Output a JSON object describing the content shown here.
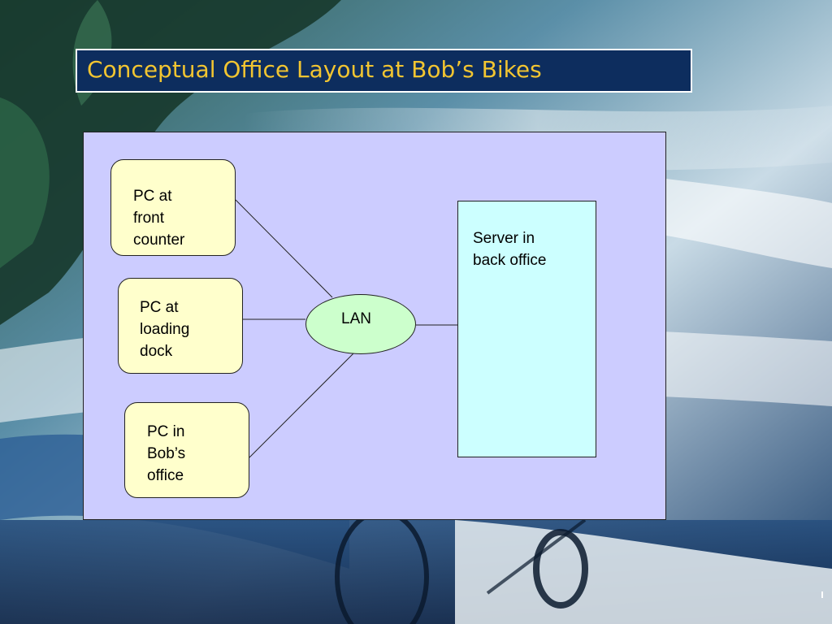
{
  "title": "Conceptual Office Layout at Bob’s Bikes",
  "colors": {
    "title_background": "#0d2d5e",
    "title_text": "#f2c531",
    "panel_fill": "#ccccff",
    "pc_fill": "#ffffcc",
    "lan_fill": "#ccffcc",
    "server_fill": "#ccffff"
  },
  "nodes": {
    "pc_front_counter": "PC at\nfront\ncounter",
    "pc_loading_dock": "PC at\nloading\ndock",
    "pc_bobs_office": "PC in\nBob’s\noffice",
    "lan": "LAN",
    "server": "Server in\nback office"
  },
  "edges": [
    {
      "from": "pc_front_counter",
      "to": "lan"
    },
    {
      "from": "pc_loading_dock",
      "to": "lan"
    },
    {
      "from": "pc_bobs_office",
      "to": "lan"
    },
    {
      "from": "lan",
      "to": "server"
    }
  ]
}
